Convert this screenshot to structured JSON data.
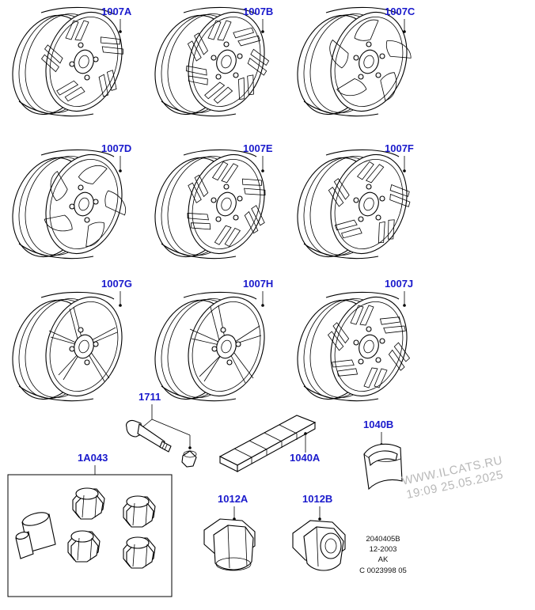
{
  "callouts": {
    "w1007a": "1007A",
    "w1007b": "1007B",
    "w1007c": "1007C",
    "w1007d": "1007D",
    "w1007e": "1007E",
    "w1007f": "1007F",
    "w1007g": "1007G",
    "w1007h": "1007H",
    "w1007j": "1007J",
    "valve": "1711",
    "weights_strip": "1040A",
    "weight_clip": "1040B",
    "locking_kit": "1A043",
    "nut_a": "1012A",
    "nut_b": "1012B"
  },
  "reference": {
    "line1": "2040405B",
    "line2": "12-2003",
    "line3": "AK",
    "line4": "C 0023998 05"
  },
  "watermark": {
    "line1": "WWW.ILCATS.RU",
    "line2": "19:09 25.05.2025"
  },
  "colors": {
    "callout": "#1a1acc",
    "line": "#000000",
    "watermark": "#b9b9b9"
  }
}
